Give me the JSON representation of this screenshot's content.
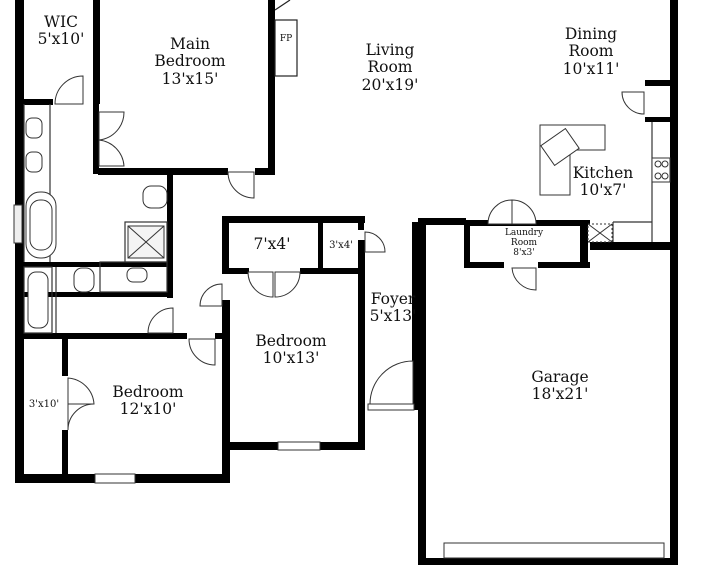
{
  "rooms": {
    "wic": {
      "name": "WIC",
      "dim": "5'x10'"
    },
    "main_bedroom": {
      "name": "Main Bedroom",
      "dim": "13'x15'"
    },
    "living_room": {
      "name": "Living Room",
      "dim": "20'x19'"
    },
    "dining_room": {
      "name": "Dining Room",
      "dim": "10'x11'"
    },
    "kitchen": {
      "name": "Kitchen",
      "dim": "10'x7'"
    },
    "closet_7x4": {
      "dim": "7'x4'"
    },
    "closet_3x4": {
      "dim": "3'x4'"
    },
    "laundry_room": {
      "name": "Laundry Room",
      "dim": "8'x3'"
    },
    "foyer": {
      "name": "Foyer",
      "dim": "5'x13'"
    },
    "bedroom_2": {
      "name": "Bedroom",
      "dim": "10'x13'"
    },
    "bedroom_3": {
      "name": "Bedroom",
      "dim": "12'x10'"
    },
    "closet_3x10": {
      "dim": "3'x10'"
    },
    "garage": {
      "name": "Garage",
      "dim": "18'x21'"
    }
  },
  "fireplace": {
    "label": "FP"
  }
}
